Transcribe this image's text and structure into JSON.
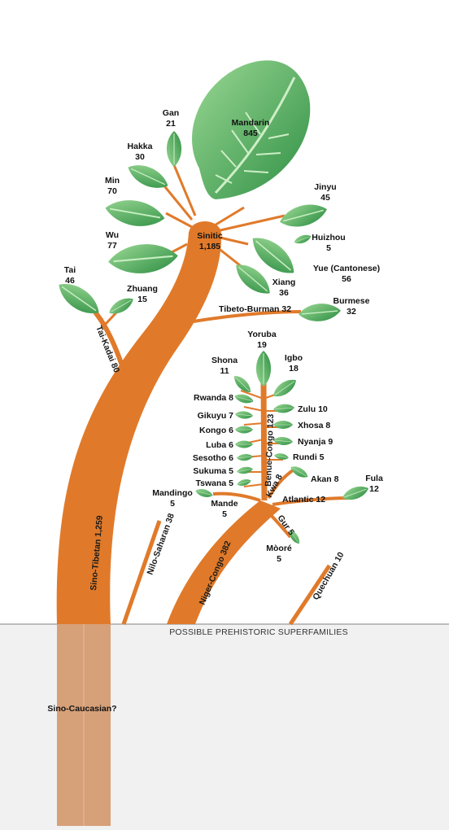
{
  "colors": {
    "branch": "#e07a2a",
    "leaf_dark": "#2e8b3e",
    "leaf_light": "#8fd48a",
    "ground": "#f2f2f2",
    "root": "#d9a27a"
  },
  "labels": {
    "mandarin": {
      "name": "Mandarin",
      "value": "845"
    },
    "gan": {
      "name": "Gan",
      "value": "21"
    },
    "hakka": {
      "name": "Hakka",
      "value": "30"
    },
    "min": {
      "name": "Min",
      "value": "70"
    },
    "wu": {
      "name": "Wu",
      "value": "77"
    },
    "tai": {
      "name": "Tai",
      "value": "46"
    },
    "zhuang": {
      "name": "Zhuang",
      "value": "15"
    },
    "sinitic": {
      "name": "Sinitic",
      "value": "1,185"
    },
    "jinyu": {
      "name": "Jinyu",
      "value": "45"
    },
    "huizhou": {
      "name": "Huizhou",
      "value": "5"
    },
    "yue": {
      "name": "Yue (Cantonese)",
      "value": "56"
    },
    "xiang": {
      "name": "Xiang",
      "value": "36"
    },
    "burmese": {
      "name": "Burmese",
      "value": "32"
    },
    "yoruba": {
      "name": "Yoruba",
      "value": "19"
    },
    "shona": {
      "name": "Shona",
      "value": "11"
    },
    "igbo": {
      "name": "Igbo",
      "value": "18"
    },
    "mandingo": {
      "name": "Mandingo",
      "value": "5"
    },
    "mande": {
      "name": "Mande",
      "value": "5"
    },
    "fula": {
      "name": "Fula",
      "value": "12"
    },
    "moore": {
      "name": "Mòoré",
      "value": "5"
    },
    "sino_caucasian": "Sino-Caucasian?"
  },
  "inline_labels": {
    "rwanda": "Rwanda 8",
    "gikuyu": "Gikuyu 7",
    "kongo": "Kongo 6",
    "luba": "Luba 6",
    "sesotho": "Sesotho 6",
    "sukuma": "Sukuma 5",
    "tswana": "Tswana 5",
    "zulu": "Zulu 10",
    "xhosa": "Xhosa 8",
    "nyanja": "Nyanja 9",
    "rundi": "Rundi 5",
    "akan": "Akan 8",
    "atlantic": "Atlantic   12",
    "tibeto_burman": "Tibeto-Burman 32"
  },
  "branch_labels": {
    "tai_kadai": "Tai-Kadai 80",
    "sino_tibetan": "Sino-Tibetan  1,259",
    "benue_congo": "Benue-Congo 123",
    "kwa": "Kwa 8",
    "gur": "Gur 5",
    "niger_congo": "Niger-Congo 382",
    "nilo_saharan": "Nilo-Saharan 38",
    "quechuan": "Quechuan 10"
  },
  "ground_text": "POSSIBLE PREHISTORIC SUPERFAMILIES"
}
